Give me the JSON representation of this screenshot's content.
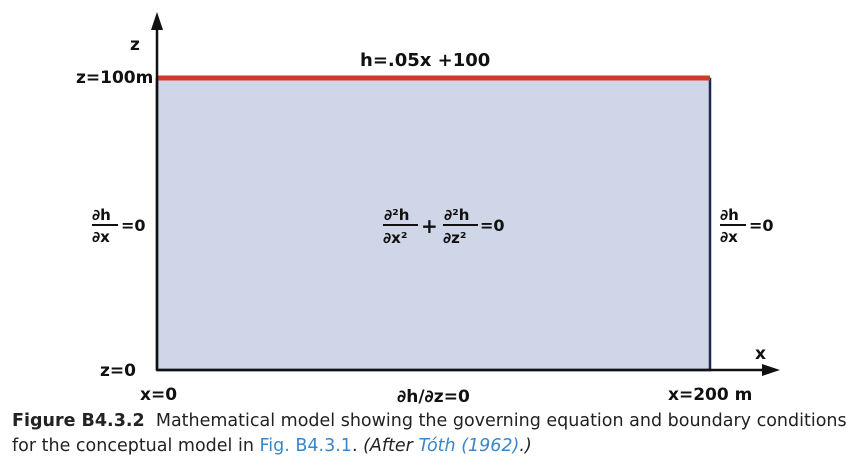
{
  "diagram": {
    "z_axis_label": "z",
    "x_axis_label": "x",
    "top_z_label": "z=100m",
    "bottom_z_label": "z=0",
    "x_left_label": "x=0",
    "x_right_label": "x=200 m",
    "top_boundary": "h=.05x +100",
    "bottom_boundary": "∂h/∂z=0",
    "left_boundary": {
      "numerator": "∂h",
      "denominator": "∂x",
      "rhs": "=0"
    },
    "right_boundary": {
      "numerator": "∂h",
      "denominator": "∂x",
      "rhs": "=0"
    },
    "governing_equation": {
      "term1_num": "∂²h",
      "term1_den": "∂x²",
      "plus": "+",
      "term2_num": "∂²h",
      "term2_den": "∂z²",
      "rhs": "=0"
    },
    "colors": {
      "domain_fill": "#cfd6e8",
      "top_boundary_line": "#d03a2a",
      "domain_border": "#1a2a55",
      "ink": "#111111"
    }
  },
  "caption": {
    "label": "Figure B4.3.2",
    "text_before_ref": "Mathematical model showing the governing equation and boundary conditions for the conceptual model in",
    "fig_ref": "Fig. B4.3.1",
    "text_after_ref": ". ",
    "after_prefix": "(After ",
    "citation": "Tóth (1962)",
    "after_suffix": ".)"
  }
}
